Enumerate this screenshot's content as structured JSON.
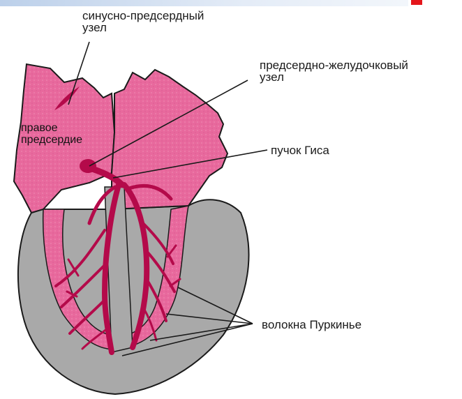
{
  "diagram": {
    "labels": {
      "sinoatrial_node_line1": "синусно-предсердный",
      "sinoatrial_node_line2": "узел",
      "av_node_line1": "предсердно-желудочковый",
      "av_node_line2": "узел",
      "right_atrium_line1": "правое",
      "right_atrium_line2": "предсердие",
      "bundle_of_his": "пучок Гиса",
      "purkinje_fibers": "волокна Пуркинье"
    },
    "colors": {
      "atria_pink": "#e8699d",
      "ventricle_gray": "#a9a9a9",
      "conduction_crimson": "#b40a4a",
      "outline": "#1a1a1a",
      "red_marker": "#e4161b"
    }
  }
}
